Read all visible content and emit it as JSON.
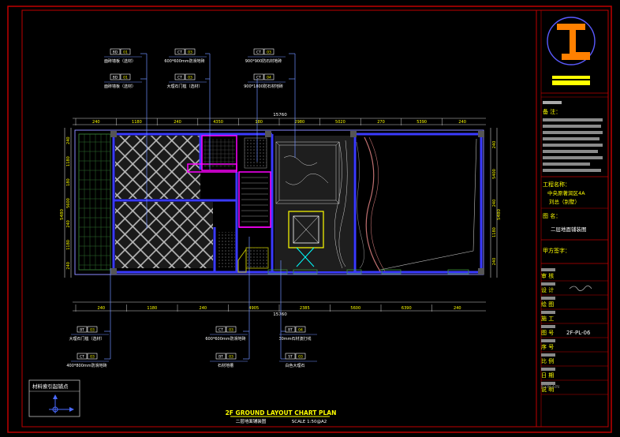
{
  "drawing": {
    "title": "2F GROUND LAYOUT CHART PLAN",
    "subtitle": "二层地面铺装图",
    "scale": "SCALE 1:50@A2"
  },
  "dimensions": {
    "top_overall": "15760",
    "top_segments": [
      "240",
      "1180",
      "240",
      "4350",
      "180",
      "2980",
      "5020",
      "270",
      "5390",
      "240"
    ],
    "bottom_overall": "15760",
    "bottom_segments": [
      "240",
      "1180",
      "240",
      "4905",
      "2385",
      "5600",
      "6390",
      "240"
    ],
    "left_overall": "5480",
    "left_segments": [
      "240",
      "1180",
      "180",
      "5600",
      "240",
      "1180",
      "240"
    ],
    "right_overall": "5480",
    "right_segments": [
      "240",
      "5400",
      "240",
      "1180",
      "240"
    ]
  },
  "tags_top": [
    {
      "code": "BD",
      "num": "01",
      "text": "面砖墙板（选材）"
    },
    {
      "code": "CT",
      "num": "03",
      "text": "600*600mm防滑地砖"
    },
    {
      "code": "CT",
      "num": "03",
      "text": "900*900防石材地砖"
    },
    {
      "code": "BD",
      "num": "01",
      "text": "面砖墙板（选材）"
    },
    {
      "code": "CT",
      "num": "03",
      "text": "大理石门槛（选材）"
    },
    {
      "code": "CT",
      "num": "04",
      "text": "900*1800防石材地砖"
    }
  ],
  "tags_bottom": [
    {
      "code": "BT",
      "num": "03",
      "text": "大理石门槛（选材）"
    },
    {
      "code": "CT",
      "num": "03",
      "text": "400*800mm防滑地砖"
    },
    {
      "code": "CT",
      "num": "03",
      "text": "600*600mm防滑地砖"
    },
    {
      "code": "BT",
      "num": "03",
      "text": "石材地槽"
    },
    {
      "code": "BT",
      "num": "04",
      "text": "30mm石材波打线"
    },
    {
      "code": "ST",
      "num": "03",
      "text": "白色大理石"
    }
  ],
  "legend": {
    "title": "材料索引起铺点"
  },
  "title_block": {
    "project_label": "工程名称：",
    "project_lines": [
      "中央原著润区4A",
      "刘总（别墅）"
    ],
    "drawing_name_label": "图 名：",
    "drawing_name": "二层地面铺装图",
    "party_label": "甲方签字：",
    "rows": [
      {
        "label": "审 核",
        "value": ""
      },
      {
        "label": "设 计",
        "value": ""
      },
      {
        "label": "绘 图",
        "value": ""
      },
      {
        "label": "施 工",
        "value": ""
      },
      {
        "label": "图 号",
        "value": "2F-PL-06"
      },
      {
        "label": "序 号",
        "value": ""
      },
      {
        "label": "比 例",
        "value": ""
      },
      {
        "label": "日 期",
        "value": ""
      },
      {
        "label": "说 明",
        "value": ""
      }
    ],
    "note_label": "备 注：",
    "explain": "EXPLAIN"
  },
  "colors": {
    "frame_red": "#c00000",
    "wall_blue": "#3a3aff",
    "wall_magenta": "#ff00ff",
    "tag_blue": "#6f8fff",
    "grout_green": "#3f8f3f",
    "dim_white": "#cfcfcf"
  }
}
